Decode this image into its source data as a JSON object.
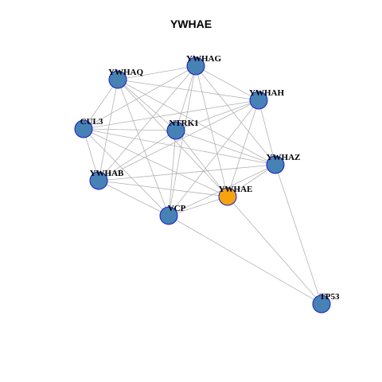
{
  "title": "YWHAE",
  "colors": {
    "node_fill": "#4682B4",
    "node_stroke": "#1a1acc",
    "highlight_fill": "#F5A30F",
    "edge": "#b3b3b3"
  },
  "nodes": [
    {
      "id": "YWHAG",
      "label": "YWHAG",
      "highlight": false
    },
    {
      "id": "YWHAQ",
      "label": "YWHAQ",
      "highlight": false
    },
    {
      "id": "YWHAH",
      "label": "YWHAH",
      "highlight": false
    },
    {
      "id": "CUL3",
      "label": "CUL3",
      "highlight": false
    },
    {
      "id": "NTRK1",
      "label": "NTRK1",
      "highlight": false
    },
    {
      "id": "YWHAZ",
      "label": "YWHAZ",
      "highlight": false
    },
    {
      "id": "YWHAB",
      "label": "YWHAB",
      "highlight": false
    },
    {
      "id": "YWHAE",
      "label": "YWHAE",
      "highlight": true
    },
    {
      "id": "VCP",
      "label": "VCP",
      "highlight": false
    },
    {
      "id": "TP53",
      "label": "TP53",
      "highlight": false
    }
  ],
  "edges": [
    [
      "YWHAQ",
      "YWHAG"
    ],
    [
      "YWHAQ",
      "YWHAH"
    ],
    [
      "YWHAQ",
      "CUL3"
    ],
    [
      "YWHAQ",
      "NTRK1"
    ],
    [
      "YWHAQ",
      "YWHAZ"
    ],
    [
      "YWHAQ",
      "YWHAB"
    ],
    [
      "YWHAQ",
      "YWHAE"
    ],
    [
      "YWHAQ",
      "VCP"
    ],
    [
      "YWHAG",
      "YWHAH"
    ],
    [
      "YWHAG",
      "CUL3"
    ],
    [
      "YWHAG",
      "NTRK1"
    ],
    [
      "YWHAG",
      "YWHAZ"
    ],
    [
      "YWHAG",
      "YWHAB"
    ],
    [
      "YWHAG",
      "YWHAE"
    ],
    [
      "YWHAG",
      "VCP"
    ],
    [
      "YWHAH",
      "CUL3"
    ],
    [
      "YWHAH",
      "NTRK1"
    ],
    [
      "YWHAH",
      "YWHAZ"
    ],
    [
      "YWHAH",
      "YWHAB"
    ],
    [
      "YWHAH",
      "YWHAE"
    ],
    [
      "YWHAH",
      "VCP"
    ],
    [
      "CUL3",
      "NTRK1"
    ],
    [
      "CUL3",
      "YWHAZ"
    ],
    [
      "CUL3",
      "YWHAB"
    ],
    [
      "CUL3",
      "YWHAE"
    ],
    [
      "CUL3",
      "VCP"
    ],
    [
      "NTRK1",
      "YWHAZ"
    ],
    [
      "NTRK1",
      "YWHAB"
    ],
    [
      "NTRK1",
      "YWHAE"
    ],
    [
      "NTRK1",
      "VCP"
    ],
    [
      "YWHAZ",
      "YWHAB"
    ],
    [
      "YWHAZ",
      "YWHAE"
    ],
    [
      "YWHAZ",
      "VCP"
    ],
    [
      "YWHAZ",
      "TP53"
    ],
    [
      "YWHAB",
      "YWHAE"
    ],
    [
      "YWHAB",
      "VCP"
    ],
    [
      "YWHAE",
      "VCP"
    ],
    [
      "YWHAE",
      "TP53"
    ],
    [
      "VCP",
      "TP53"
    ]
  ]
}
